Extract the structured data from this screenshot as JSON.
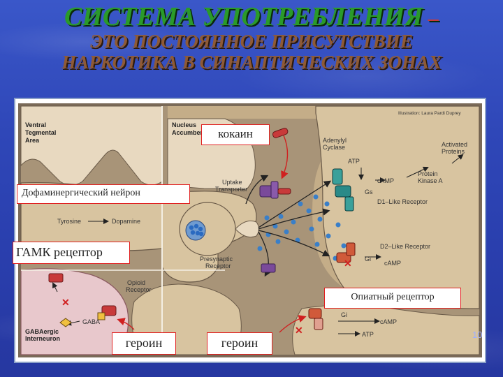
{
  "slide": {
    "title_line1": "СИСТЕМА УПОТРЕБЛЕНИЯ",
    "title_dash": " –",
    "title_line2": "ЭТО ПОСТОЯННОЕ ПРИСУТСТВИЕ",
    "title_line3": "НАРКОТИКА В СИНАПТИЧЕСКИХ ЗОНАХ",
    "page_number": "10"
  },
  "figure": {
    "credit": "Illustration: Laura Pardi Duprey",
    "vta_line1": "Ventral",
    "vta_line2": "Tegmental",
    "vta_line3": "Area",
    "nacc_line1": "Nucleus",
    "nacc_line2": "Accumbens",
    "adenylyl_line1": "Adenylyl",
    "adenylyl_line2": "Cyclase",
    "atp_top": "ATP",
    "camp_top": "cAMP",
    "pka_line1": "Protein",
    "pka_line2": "Kinase A",
    "activated_line1": "Activated",
    "activated_line2": "Proteins",
    "gs": "Gs",
    "d1": "D1–Like Receptor",
    "d2": "D2–Like Receptor",
    "gi_mid": "Gi",
    "camp_mid": "cAMP",
    "uptake_line1": "Uptake",
    "uptake_line2": "Transporter",
    "tyrosine": "Tyrosine",
    "dopamine": "Dopamine",
    "presyn_line1": "Presynaptic",
    "presyn_line2": "Receptor",
    "opioid_line1": "Opioid",
    "opioid_line2": "Receptor",
    "gaba": "GABA",
    "gabaergic_line1": "GABAergic",
    "gabaergic_line2": "Interneuron",
    "gi_bottom": "Gi",
    "camp_bottom": "cAMP",
    "atp_bottom": "ATP"
  },
  "labels": {
    "cocaine": "кокаин",
    "dopaminergic_neuron": "Дофаминергический нейрон",
    "gaba_receptor": "ГАМК рецептор",
    "opiate_receptor": "Опиатный рецептор",
    "heroin_left": "героин",
    "heroin_right": "героин"
  },
  "colors": {
    "title_green": "#2a9a2a",
    "title_brown": "#8e5a36",
    "label_border": "#e02020",
    "neuron_tan": "#b89f7e",
    "interneuron_pink": "#e8c8cc",
    "vesicle_blue": "#3a7fc8"
  }
}
